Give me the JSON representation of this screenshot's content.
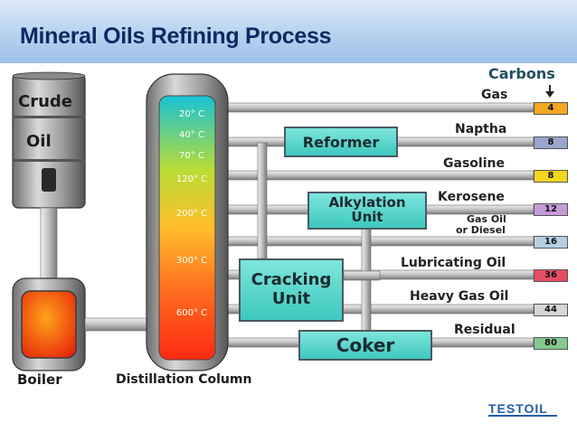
{
  "title": "Mineral Oils Refining Process",
  "labels": {
    "crude_line1": "Crude",
    "crude_line2": "Oil",
    "boiler": "Boiler",
    "distillation_column": "Distillation Column",
    "carbons": "Carbons"
  },
  "temperatures": [
    "20° C",
    "40° C",
    "70° C",
    "120° C",
    "200° C",
    "300° C",
    "600° C"
  ],
  "units": {
    "reformer": "Reformer",
    "alkylation_line1": "Alkylation",
    "alkylation_line2": "Unit",
    "cracking_line1": "Cracking",
    "cracking_line2": "Unit",
    "coker": "Coker"
  },
  "products": [
    {
      "name": "Gas",
      "carbons": "4",
      "color": "#f5a623"
    },
    {
      "name": "Naptha",
      "carbons": "8",
      "color": "#9aa6cc"
    },
    {
      "name": "Gasoline",
      "carbons": "8",
      "color": "#f3d61e"
    },
    {
      "name": "Kerosene",
      "carbons": "12",
      "color": "#c79bd8"
    },
    {
      "name_line1": "Gas Oil",
      "name_line2": "or Diesel",
      "carbons": "16",
      "color": "#b4cfe3"
    },
    {
      "name": "Lubricating Oil",
      "carbons": "36",
      "color": "#e84e63"
    },
    {
      "name": "Heavy Gas Oil",
      "carbons": "44",
      "color": "#d6d6d6"
    },
    {
      "name": "Residual",
      "carbons": "80",
      "color": "#86c88e"
    }
  ],
  "logo": "TESTOIL"
}
